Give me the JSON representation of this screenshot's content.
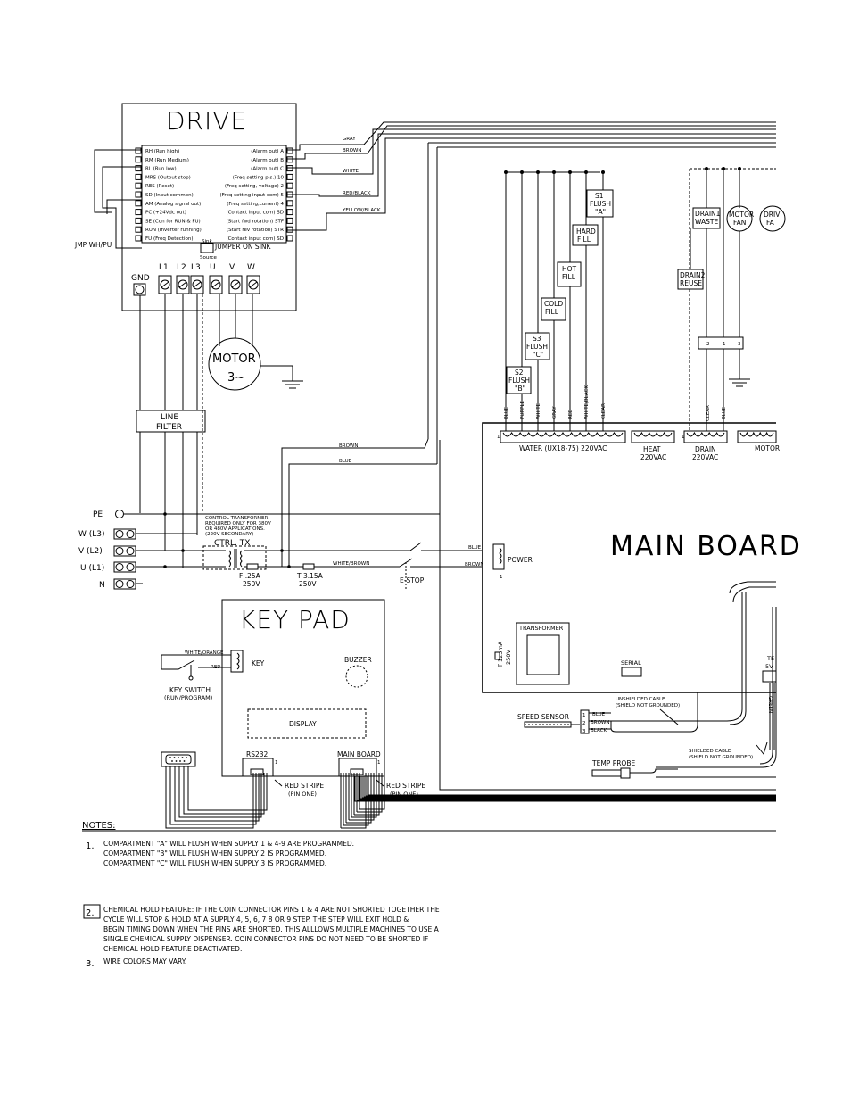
{
  "drive": {
    "title": "DRIVE",
    "left_terminals": [
      "RH (Run high)",
      "RM (Run Medium)",
      "RL (Run low)",
      "MRS (Output stop)",
      "RES (Reset)",
      "SD (Input common)",
      "AM (Analog signal out)",
      "PC (+24Vdc out)",
      "SE (Con for RUN & FU)",
      "RUN (Inverter running)",
      "FU (Freq Detection)"
    ],
    "right_terminals": [
      "(Alarm out) A",
      "(Alarm out) B",
      "(Alarm out) C",
      "(Freq setting p.s.) 10",
      "(Freq setting, voltage) 2",
      "(Freq setting input com) 5",
      "(Freq setting,current) 4",
      "(Contact input com) SD",
      "(Start fwd rotation) STF",
      "(Start rev rotation) STR",
      "(Contact input com) SD"
    ],
    "jumper_left": "JMP WH/PU",
    "sink_label": "Sink",
    "source_label": "Source",
    "jumper_sink": "JUMPER ON SINK",
    "power_terms": [
      "L1",
      "L2",
      "L3",
      "U",
      "V",
      "W"
    ],
    "gnd": "GND"
  },
  "motor": {
    "line1": "MOTOR",
    "line2": "3~"
  },
  "line_filter": {
    "line1": "LINE",
    "line2": "FILTER"
  },
  "wires": {
    "gray": "GRAY",
    "brown": "BROWN",
    "white": "WHITE",
    "red_black": "RED/BLACK",
    "yellow_black": "YELLOW/BLACK",
    "brown2": "BROWN",
    "blue": "BLUE",
    "white_brown": "WHITE/BROWN",
    "blue2": "BLUE",
    "brown3": "BROWN"
  },
  "supplies": {
    "s1": [
      "S1",
      "FLUSH",
      "\"A\""
    ],
    "hard": [
      "HARD",
      "FILL"
    ],
    "hot": [
      "HOT",
      "FILL"
    ],
    "cold": [
      "COLD",
      "FILL"
    ],
    "s3": [
      "S3",
      "FLUSH",
      "\"C\""
    ],
    "s2": [
      "S2",
      "FLUSH",
      "\"B\""
    ]
  },
  "drain": {
    "drain1": [
      "DRAIN1",
      "WASTE"
    ],
    "drain2": [
      "DRAIN2",
      "REUSE"
    ],
    "motor_fan": [
      "MOTOR",
      "FAN"
    ],
    "drive_fan": [
      "DRIV",
      "FA"
    ],
    "relay_pins": [
      "2",
      "1",
      "3"
    ]
  },
  "vertical_wire_labels": [
    "BLUE",
    "PURPLE",
    "WHITE",
    "GRAY",
    "RED",
    "WHITE/BLACK",
    "CLEAR",
    "CLEAR",
    "BLUE"
  ],
  "connectors": {
    "water": "WATER (UX18-75) 220VAC",
    "heat": [
      "HEAT",
      "220VAC"
    ],
    "drain": [
      "DRAIN",
      "220VAC"
    ],
    "motor": "MOTOR",
    "pin1": "1"
  },
  "main_board": "MAIN BOARD",
  "power_section": {
    "pe": "PE",
    "w": "W (L3)",
    "v": "V (L2)",
    "u": "U (L1)",
    "n": "N",
    "ctrl_note": [
      "CONTROL TRANSFORMER",
      "REQUIRED ONLY FOR 380V",
      "OR 480V APPLICATIONS.",
      "(220V SECONDARY)"
    ],
    "ctrl_tx": "CTRL. TX",
    "fuse1": [
      "F .25A",
      "250V"
    ],
    "fuse2": [
      "T 3.15A",
      "250V"
    ],
    "estop": "E-STOP",
    "power": "POWER",
    "pin1": "1"
  },
  "board_parts": {
    "transformer": "TRANSFORMER",
    "fuse": [
      "T 125mA",
      "250V"
    ],
    "serial": "SERIAL",
    "temp": [
      "TE",
      "5V"
    ],
    "green": "GREEN"
  },
  "speed_sensor": {
    "label": "SPEED SENSOR",
    "cable": [
      "UNSHIELDED CABLE",
      "(SHIELD NOT GROUNDED)"
    ],
    "pins": [
      "1",
      "2",
      "3"
    ],
    "colors": [
      "BLUE",
      "BROWN",
      "BLACK"
    ]
  },
  "temp_probe": {
    "label": "TEMP PROBE",
    "cable": [
      "SHIELDED CABLE",
      "(SHIELD NOT GROUNDED)"
    ]
  },
  "keypad": {
    "title": "KEY PAD",
    "key": "KEY",
    "buzzer": "BUZZER",
    "display": "DISPLAY",
    "rs232": "RS232",
    "main_board": "MAIN BOARD",
    "white_orange": "WHITE/ORANGE",
    "red": "RED",
    "key_switch": [
      "KEY SWITCH",
      "(RUN/PROGRAM)"
    ],
    "red_stripe": [
      "RED STRIPE",
      "(PIN ONE)"
    ],
    "pin1": "1"
  },
  "notes": {
    "heading": "NOTES:",
    "n1_num": "1.",
    "n1": [
      "COMPARTMENT \"A\" WILL FLUSH WHEN SUPPLY 1 & 4-9 ARE PROGRAMMED.",
      "COMPARTMENT \"B\" WILL FLUSH WHEN SUPPLY 2 IS PROGRAMMED.",
      "COMPARTMENT \"C\" WILL FLUSH WHEN SUPPLY 3 IS PROGRAMMED."
    ],
    "n2_num": "2.",
    "n2": [
      "CHEMICAL HOLD FEATURE: IF THE COIN CONNECTOR PINS 1 & 4 ARE NOT SHORTED TOGETHER THE",
      "CYCLE WILL STOP & HOLD AT A SUPPLY 4, 5, 6, 7 8 OR 9 STEP. THE STEP WILL EXIT HOLD &",
      "BEGIN TIMING DOWN WHEN THE PINS ARE SHORTED. THIS ALLLOWS MULTIPLE MACHINES TO USE A",
      "SINGLE CHEMICAL SUPPLY DISPENSER. COIN CONNECTOR PINS DO NOT NEED TO BE SHORTED IF",
      "CHEMICAL HOLD FEATURE DEACTIVATED."
    ],
    "n3_num": "3.",
    "n3": "WIRE COLORS MAY VARY."
  }
}
